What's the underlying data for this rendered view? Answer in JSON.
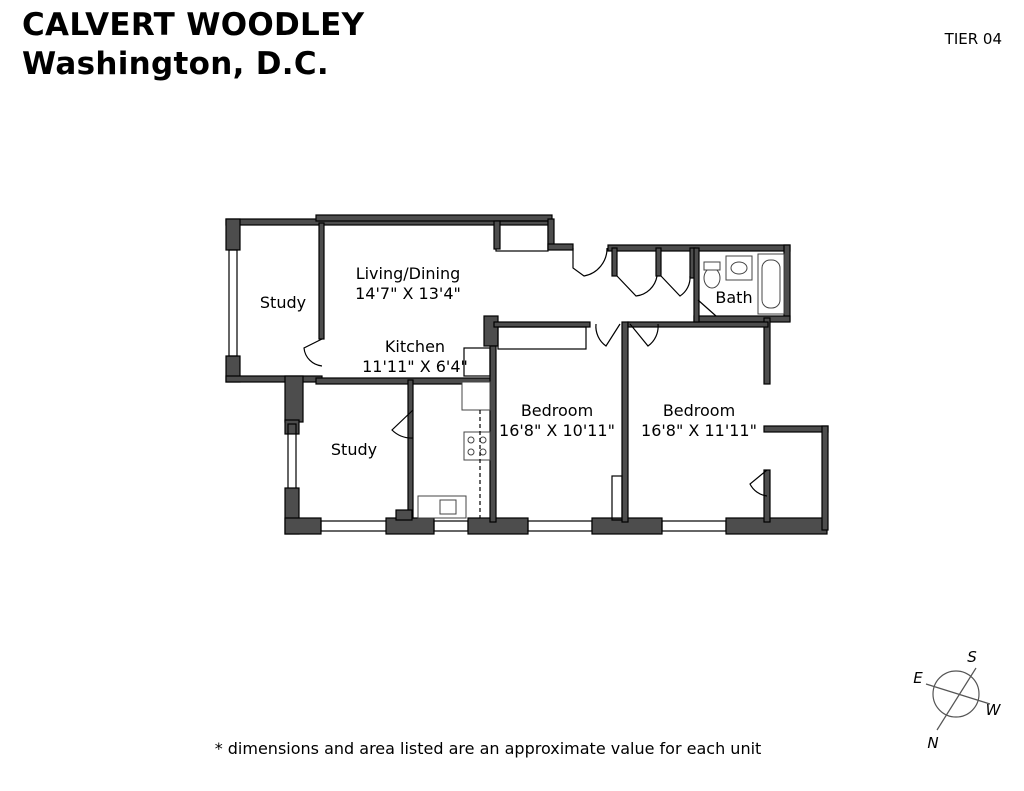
{
  "header": {
    "building": "CALVERT WOODLEY",
    "city": "Washington, D.C.",
    "tier": "TIER 04"
  },
  "rooms": {
    "study_upper": {
      "name": "Study"
    },
    "living": {
      "name": "Living/Dining",
      "dims": "14'7\" X 13'4\""
    },
    "kitchen": {
      "name": "Kitchen",
      "dims": "11'11\" X 6'4\""
    },
    "study_lower": {
      "name": "Study"
    },
    "bedroom_1": {
      "name": "Bedroom",
      "dims": "16'8\" X 10'11\""
    },
    "bedroom_2": {
      "name": "Bedroom",
      "dims": "16'8\" X 11'11\""
    },
    "bath": {
      "name": "Bath"
    }
  },
  "compass": {
    "n": "N",
    "s": "S",
    "e": "E",
    "w": "W"
  },
  "footer": {
    "disclaimer": "* dimensions and area listed are an approximate value for each unit"
  }
}
